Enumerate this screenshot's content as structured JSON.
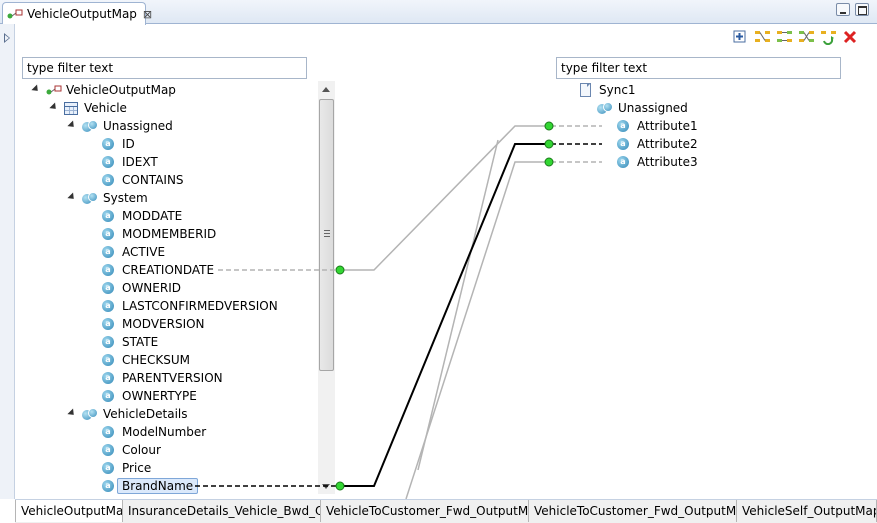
{
  "editor_tab": {
    "title": "VehicleOutputMap",
    "close_glyph": "⊠"
  },
  "toolbar": [
    "add-mapping-icon",
    "collapse-all-icon",
    "expand-all-icon",
    "filter-mapping-icon",
    "refresh-mapping-icon",
    "delete-mapping-icon"
  ],
  "filters": {
    "left_placeholder": "type filter text",
    "right_placeholder": "type filter text"
  },
  "source_tree": {
    "root": "VehicleOutputMap",
    "entity": "Vehicle",
    "groups": [
      {
        "name": "Unassigned",
        "attributes": [
          "ID",
          "IDEXT",
          "CONTAINS"
        ]
      },
      {
        "name": "System",
        "attributes": [
          "MODDATE",
          "MODMEMBERID",
          "ACTIVE",
          "CREATIONDATE",
          "OWNERID",
          "LASTCONFIRMEDVERSION",
          "MODVERSION",
          "STATE",
          "CHECKSUM",
          "PARENTVERSION",
          "OWNERTYPE"
        ]
      },
      {
        "name": "VehicleDetails",
        "attributes": [
          "ModelNumber",
          "Colour",
          "Price",
          "BrandName"
        ]
      }
    ],
    "selected": "BrandName"
  },
  "target_tree": {
    "root": "Sync1",
    "group": "Unassigned",
    "attributes": [
      "Attribute1",
      "Attribute2",
      "Attribute3"
    ]
  },
  "colors": {
    "active_link": "#000000",
    "inactive_link": "#b4b4b4",
    "anchor": "#33d633"
  },
  "bottom_tabs": [
    "VehicleOutputMap",
    "InsuranceDetails_Vehicle_Bwd_Ou...",
    "VehicleToCustomer_Fwd_OutputMa...",
    "VehicleToCustomer_Fwd_OutputMa...",
    "VehicleSelf_OutputMap"
  ]
}
